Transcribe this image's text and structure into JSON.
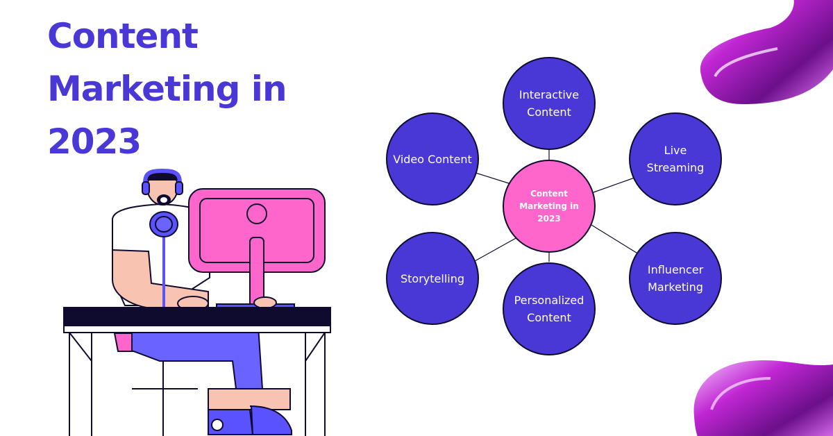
{
  "title": {
    "line1": "Content",
    "line2": "Marketing in",
    "line3": "2023"
  },
  "diagram": {
    "center": "Content Marketing in 2023",
    "nodes": {
      "interactive": "Interactive Content",
      "video": "Video Content",
      "live": "Live Streaming",
      "storytelling": "Storytelling",
      "personalized": "Personalized Content",
      "influencer": "Influencer Marketing"
    }
  },
  "colors": {
    "primary": "#4a38d6",
    "hub": "#ff66cc",
    "outline": "#0e0b2e",
    "blob": "#c026d3"
  }
}
